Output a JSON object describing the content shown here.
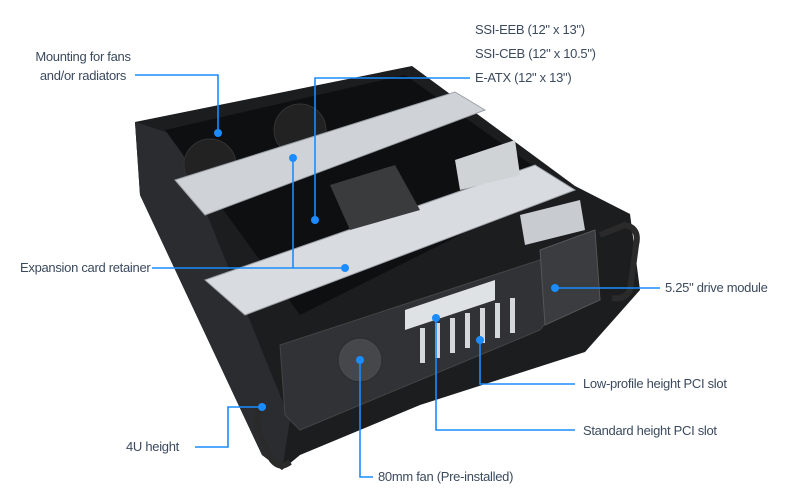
{
  "callouts": {
    "mounting_line1": "Mounting for fans",
    "mounting_line2": "and/or radiators",
    "ssi_eeb": "SSI-EEB (12\" x 13\")",
    "ssi_ceb": "SSI-CEB (12\" x 10.5\")",
    "eatx": "E-ATX (12\" x 13\")",
    "expansion_retainer": "Expansion card retainer",
    "drive_module": "5.25\" drive module",
    "low_profile_pci": "Low-profile height PCI slot",
    "standard_pci": "Standard height PCI slot",
    "height_4u": "4U height",
    "fan_80mm": "80mm fan (Pre-installed)"
  },
  "colors": {
    "callout": "#1a8cff",
    "text": "#3b4a5e",
    "chassis": "#1c1d1f",
    "rail": "#c9cdd2"
  }
}
